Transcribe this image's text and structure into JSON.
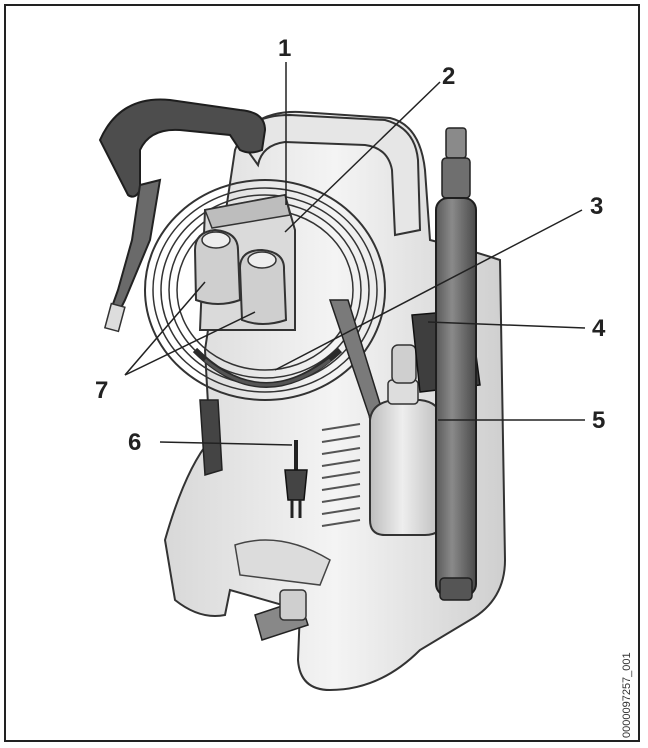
{
  "callouts": [
    {
      "id": "1",
      "label": "1"
    },
    {
      "id": "2",
      "label": "2"
    },
    {
      "id": "3",
      "label": "3"
    },
    {
      "id": "4",
      "label": "4"
    },
    {
      "id": "5",
      "label": "5"
    },
    {
      "id": "6",
      "label": "6"
    },
    {
      "id": "7",
      "label": "7"
    }
  ],
  "document_id": "0000097257_001"
}
